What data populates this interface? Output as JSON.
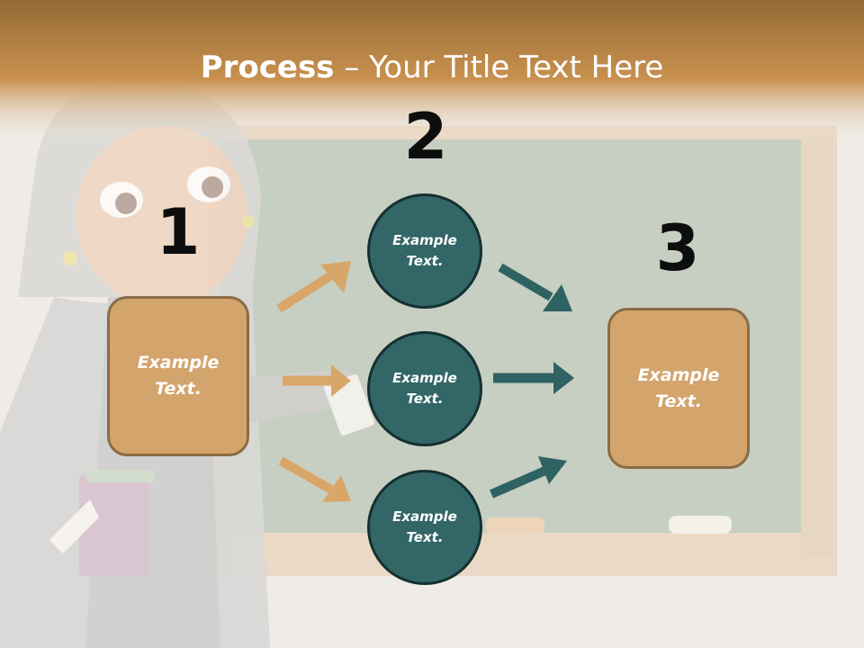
{
  "slide": {
    "title_bold": "Process",
    "title_rest": " – Your Title Text Here"
  },
  "steps": {
    "step1_number": "1",
    "step2_number": "2",
    "step3_number": "3"
  },
  "boxes": {
    "left_text": "Example Text.",
    "right_text": "Example Text."
  },
  "circles": {
    "top_text": "Example Text.",
    "middle_text": "Example Text.",
    "bottom_text": "Example Text."
  },
  "colors": {
    "header_bar": "#a8763e",
    "box_fill": "#d3a46c",
    "circle_fill": "#336666",
    "arrow_orange": "#d9a66a",
    "arrow_teal": "#2f6262",
    "board": "#c9d0c2"
  }
}
